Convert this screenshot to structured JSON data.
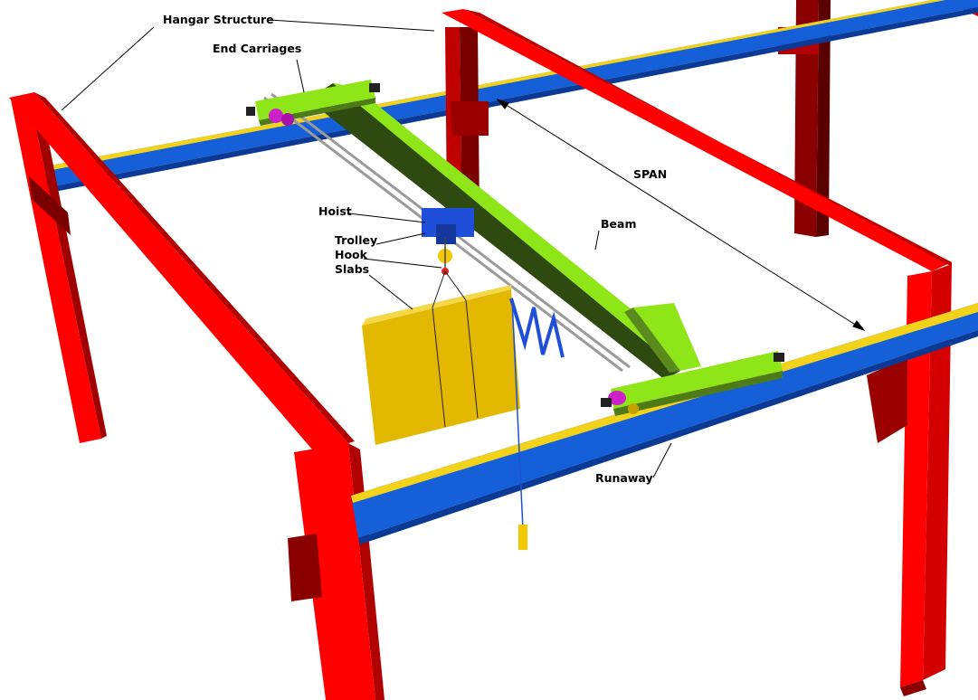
{
  "labels": {
    "hangar_structure": "Hangar Structure",
    "end_carriages": "End Carriages",
    "span": "SPAN",
    "hoist": "Hoist",
    "beam": "Beam",
    "trolley": "Trolley",
    "hook": "Hook",
    "slabs": "Slabs",
    "runaway": "Runaway"
  },
  "colors": {
    "frame_red": "#ff0000",
    "frame_red_shade": "#b00000",
    "frame_red_dark": "#6e0000",
    "rail_blue": "#1560d8",
    "rail_blue_dark": "#0a3a96",
    "rail_yellow": "#f2d21a",
    "beam_green": "#8ee619",
    "beam_green_dark": "#3f5f12",
    "slab_yellow": "#e2b900",
    "hoist_blue": "#1f4fd8",
    "motor_magenta": "#cc22cc"
  }
}
